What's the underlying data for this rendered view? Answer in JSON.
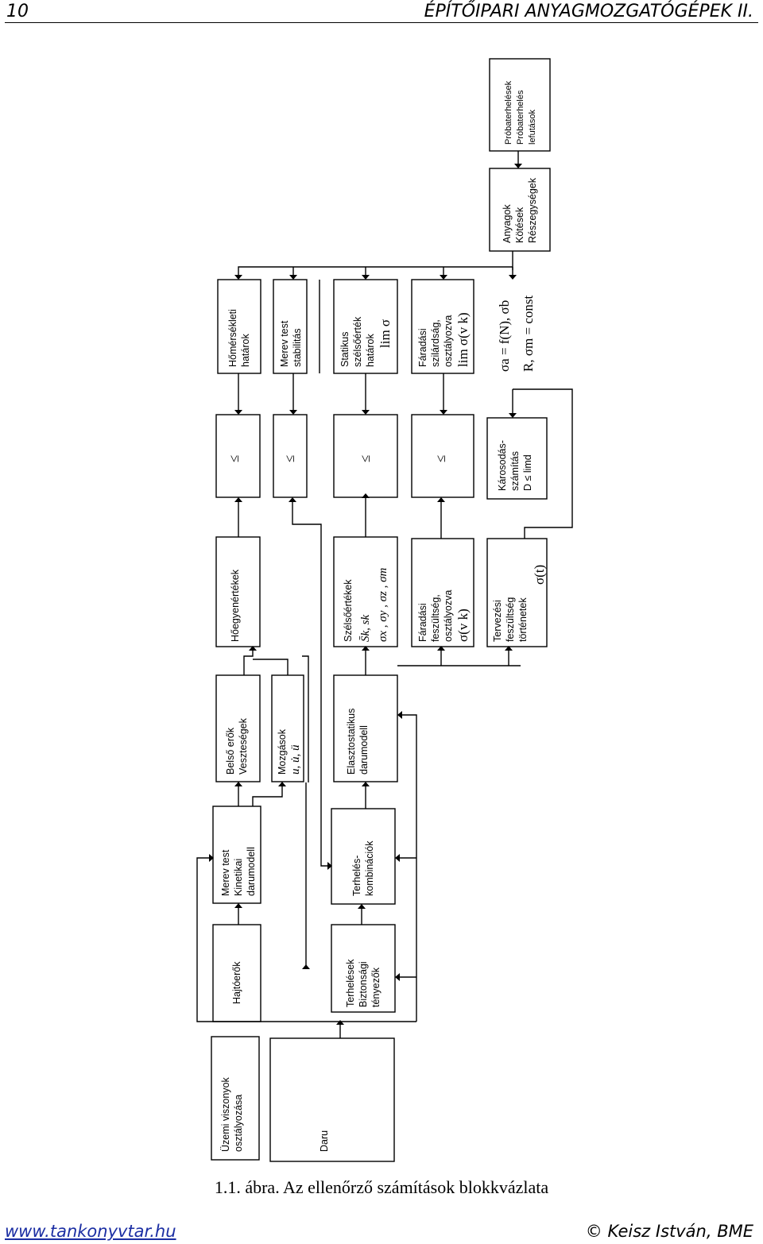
{
  "header": {
    "page_number": "10",
    "running_title": "ÉPÍTŐIPARI ANYAGMOZGATÓGÉPEK II."
  },
  "blocks": {
    "uzemi": [
      "Üzemi viszonyok",
      "osztályozása"
    ],
    "daru": [
      "Daru"
    ],
    "hajtoerok": [
      "Hajtóerők"
    ],
    "terhelesek": [
      "Terhelések",
      "Biztonsági",
      "tényezők"
    ],
    "merev_test_kinetikai": [
      "Merev test",
      "Kinetikai",
      "darumodell"
    ],
    "terheleskomb": [
      "Terhelés-",
      "kombinációk"
    ],
    "belso_erok": [
      "Belső erők",
      "Veszteségek"
    ],
    "mozgasok": [
      "Mozgások"
    ],
    "mozgasok_math": "u, u̇, ü",
    "elasztostatikus": [
      "Elasztostatikus",
      "darumodell"
    ],
    "hoegyenertekek": [
      "Hőegyenértékek"
    ],
    "szelsoertekek": [
      "Szélsőértékek"
    ],
    "szelsoertekek_math1": "S̄k, sk",
    "szelsoertekek_math2": "σx , σy , σz , σm",
    "faradasi_fesz": [
      "Fáradási",
      "feszültség,",
      "osztályozva"
    ],
    "faradasi_fesz_math": "σ(v k)",
    "tervezesi": [
      "Tervezési",
      "feszültség",
      "történetek"
    ],
    "tervezesi_math": "σ(t)",
    "compare_symbol": "≤",
    "karosodas": [
      "Károsodás-",
      "számítás",
      "D ≤ limd"
    ],
    "homersekleti": [
      "Hőmérsékleti",
      "határok"
    ],
    "merev_test_stab": [
      "Merev test",
      "stabilitás"
    ],
    "statikus": [
      "Statikus",
      "szélsőérték",
      "határok"
    ],
    "statikus_math": "lim σ",
    "faradasi_szil": [
      "Fáradási",
      "szilárdság,",
      "osztályozva"
    ],
    "faradasi_szil_math": "lim σ(v k)",
    "sigma_a_math": "σa = f(N), σb",
    "sigma_m_math": "R, σm = const",
    "anyagok": [
      "Anyagok",
      "Kötések",
      "Részegységek"
    ],
    "probaterheles": [
      "Próbaterhelések",
      "Próbaterhelés",
      "lefutások"
    ]
  },
  "caption": "1.1. ábra. Az ellenőrző számítások blokkvázlata",
  "footer": {
    "url": "www.tankonyvtar.hu",
    "copyright": "© Keisz István, BME"
  }
}
